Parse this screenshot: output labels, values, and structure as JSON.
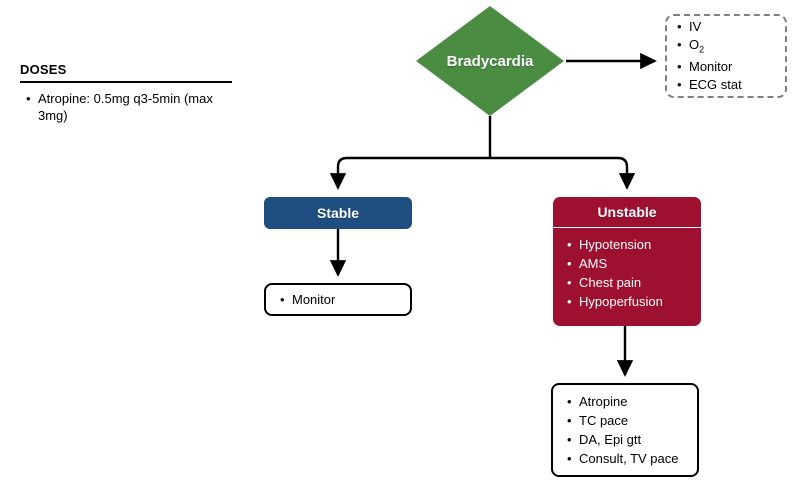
{
  "doses": {
    "title": "DOSES",
    "items": [
      "Atropine: 0.5mg q3-5min (max 3mg)"
    ]
  },
  "nodes": {
    "root": {
      "label": "Bradycardia",
      "shape": "diamond",
      "color": "#4b8c43"
    },
    "initial_actions": {
      "shape": "dashed-box",
      "border_color": "#808080",
      "items": [
        "IV",
        "O₂",
        "Monitor",
        "ECG stat"
      ]
    },
    "stable": {
      "label": "Stable",
      "shape": "rounded-box",
      "color": "#1f4e80"
    },
    "stable_actions": {
      "shape": "rounded-outline-box",
      "items": [
        "Monitor"
      ]
    },
    "unstable": {
      "label": "Unstable",
      "shape": "rounded-box",
      "color": "#9e1030",
      "items": [
        "Hypotension",
        "AMS",
        "Chest pain",
        "Hypoperfusion"
      ]
    },
    "unstable_actions": {
      "shape": "rounded-outline-box",
      "items": [
        "Atropine",
        "TC pace",
        "DA, Epi gtt",
        "Consult, TV pace"
      ]
    }
  }
}
